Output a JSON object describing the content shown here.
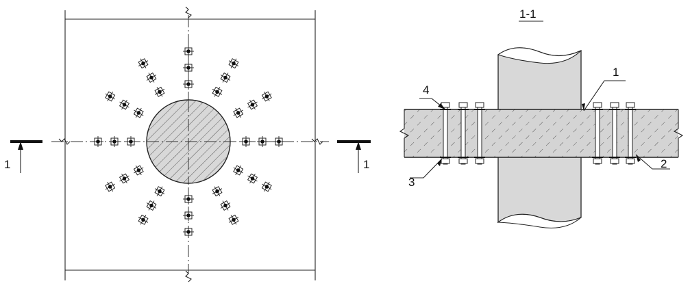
{
  "plan_view": {
    "section_mark_left": "1",
    "section_mark_right": "1"
  },
  "section_view": {
    "title": "1-1",
    "callouts": [
      {
        "id": "c1",
        "text": "1"
      },
      {
        "id": "c2",
        "text": "2"
      },
      {
        "id": "c3",
        "text": "3"
      },
      {
        "id": "c4",
        "text": "4"
      }
    ]
  },
  "colors": {
    "line": "#222222",
    "fill": "#d8d8d8",
    "hatch": "#555555"
  }
}
